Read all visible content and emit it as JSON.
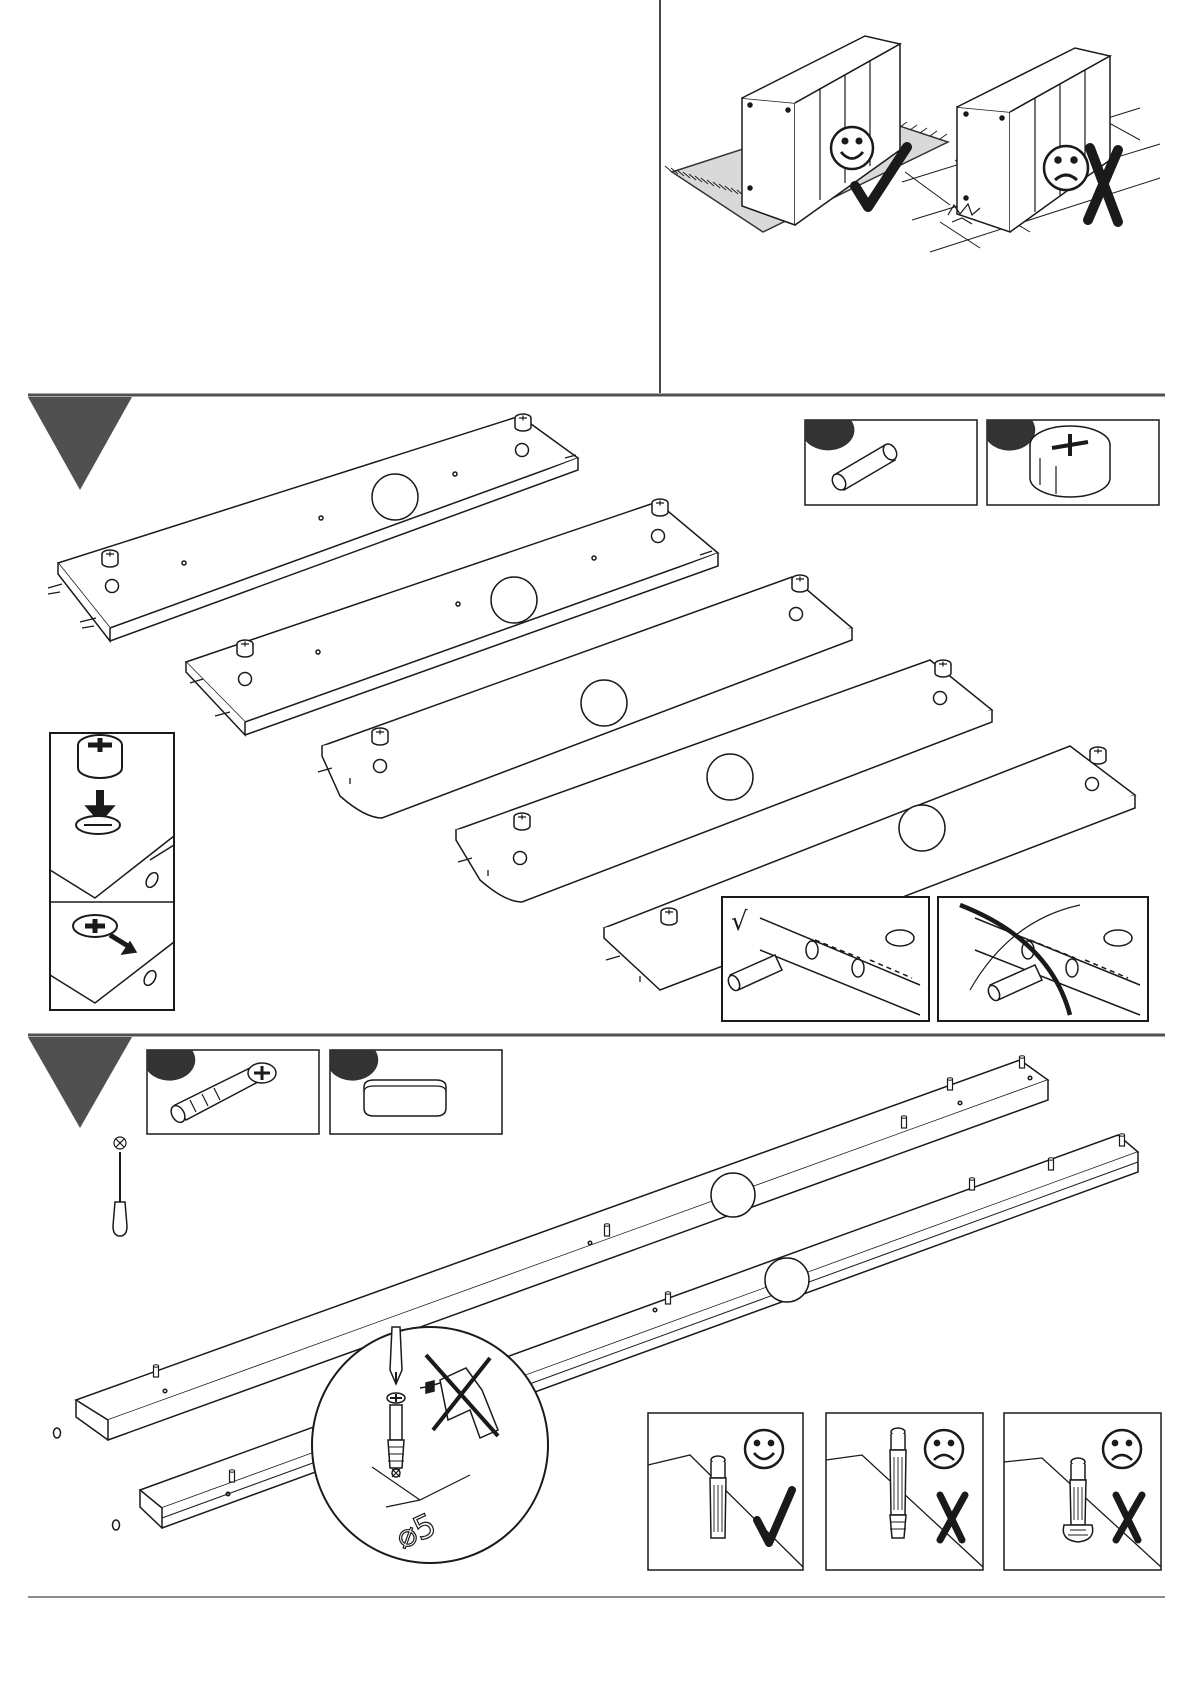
{
  "document": {
    "type": "assembly-instructions",
    "accent_color": "#505050",
    "line_color": "#1a1a1a"
  },
  "section_top": {
    "illustrations": [
      {
        "subject": "cabinet-on-carpet",
        "verdict": "correct",
        "face": "smiley",
        "mark": "check"
      },
      {
        "subject": "cabinet-on-hard-floor",
        "verdict": "wrong",
        "face": "frowny",
        "mark": "cross"
      }
    ]
  },
  "step_1": {
    "marker": "triangle",
    "boards_count": 5,
    "parts": [
      "dowel",
      "cam-lock"
    ],
    "inset_cam_lock": [
      "insert-cam",
      "turn-cam"
    ],
    "inset_dowel": [
      {
        "verdict": "correct",
        "mark": "√"
      },
      {
        "verdict": "wrong",
        "mark": "strike"
      }
    ]
  },
  "step_2": {
    "marker": "triangle",
    "tool": "phillips-screwdriver",
    "parts": [
      "cam-bolt",
      "cap"
    ],
    "boards_count": 2,
    "detail": {
      "forbidden_tool": "power-drill",
      "measure": "⌀5"
    },
    "bolt_depth_checks": [
      {
        "verdict": "correct",
        "face": "smiley",
        "mark": "check"
      },
      {
        "verdict": "wrong",
        "face": "frowny",
        "mark": "cross"
      },
      {
        "verdict": "wrong",
        "face": "frowny",
        "mark": "cross"
      }
    ]
  }
}
